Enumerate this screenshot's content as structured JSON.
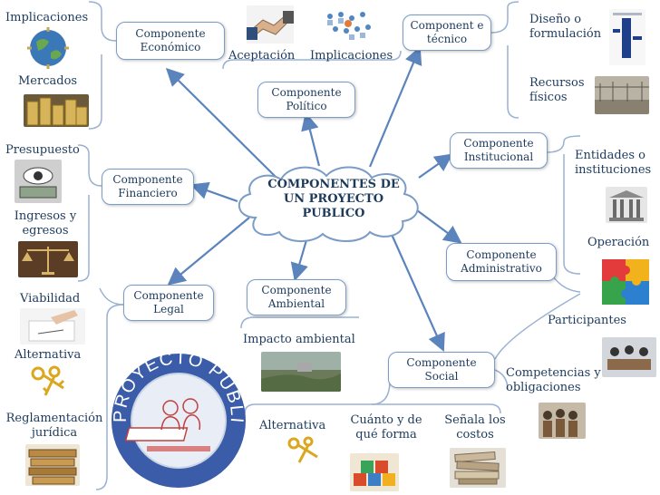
{
  "central": "COMPONENTES DE UN PROYECTO PUBLICO",
  "logo_text": "PROYECTO PUBLICO",
  "components": {
    "economico": "Componente Económico",
    "politico": "Componente Político",
    "tecnico": "Component e técnico",
    "institucional": "Componente Institucional",
    "financiero": "Componente Financiero",
    "administrativo": "Componente Administrativo",
    "legal": "Componente Legal",
    "ambiental": "Componente Ambiental",
    "social": "Componente Social"
  },
  "labels": {
    "implicaciones_left": "Implicaciones",
    "mercados": "Mercados",
    "aceptacion": "Aceptación",
    "implicaciones_top": "Implicaciones",
    "diseno": "Diseño o formulación",
    "recursos": "Recursos físicos",
    "presupuesto": "Presupuesto",
    "ingresos": "Ingresos y egresos",
    "entidades": "Entidades o instituciones",
    "operacion": "Operación",
    "viabilidad": "Viabilidad",
    "alternativa_left": "Alternativa",
    "reglamentacion": "Reglamentación jurídica",
    "impacto": "Impacto ambiental",
    "participantes": "Participantes",
    "competencias": "Competencias y obligaciones",
    "alternativa_bottom": "Alternativa",
    "cuanto": "Cuánto y de qué forma",
    "senala": "Señala los costos"
  },
  "colors": {
    "arrow": "#5b84bd",
    "box_border": "#7a9cc6",
    "text": "#1c3a5c",
    "logo_ring": "#3b5ca8"
  },
  "icons": {
    "globe": "globe-icon",
    "coins": "coins-icon",
    "handshake": "handshake-icon",
    "people": "people-network-icon",
    "blueprint": "blueprint-icon",
    "construction": "construction-site-icon",
    "eye_money": "eye-money-icon",
    "scales": "scales-icon",
    "building": "building-icon",
    "puzzle": "puzzle-icon",
    "signing": "signing-hand-icon",
    "keys": "golden-keys-icon",
    "books": "law-books-icon",
    "landscape": "landscape-icon",
    "meeting": "meeting-icon",
    "group": "group-photo-icon",
    "blocks": "toy-blocks-icon",
    "papers": "paper-stack-icon"
  }
}
